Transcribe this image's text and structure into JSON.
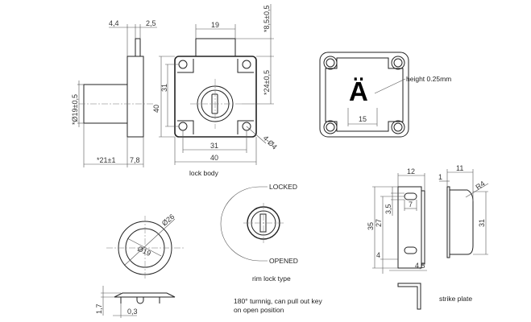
{
  "lock_body": {
    "caption": "lock body",
    "dims": {
      "pin_offset": "4,4",
      "pin_width": "2,5",
      "cylinder_diameter": "*Ø19±0,5",
      "cylinder_length": "*21±1",
      "flange_thickness": "7,8",
      "bolt_width": "19",
      "bolt_projection": "*8,5±0,5",
      "center_offset": "*24±0,5",
      "height_outer": "40",
      "height_holes": "31",
      "width_holes": "31",
      "width_outer": "40",
      "holes": "4-Ø4"
    }
  },
  "engraving": {
    "letter": "Ä",
    "note": "height 0.25mm",
    "width": "15"
  },
  "escutcheon": {
    "outer_diameter": "Ø26",
    "inner_diameter": "Ø19",
    "thickness": "1,7",
    "lip": "0,3"
  },
  "rim_lock": {
    "locked": "LOCKED",
    "opened": "OPENED",
    "caption": "rim lock type",
    "note_line1": "180° turnnig, can pull out key",
    "note_line2": "on open position"
  },
  "strike_plate": {
    "caption": "strike plate",
    "dims": {
      "width": "12",
      "height": "35",
      "hole_spacing": "27",
      "slot_height": "3,5",
      "slot_width": "7",
      "bottom_offset": "4",
      "edge_offset": "4,5",
      "depth": "11",
      "thickness": "1",
      "radius": "R4",
      "inner_height": "31"
    }
  }
}
